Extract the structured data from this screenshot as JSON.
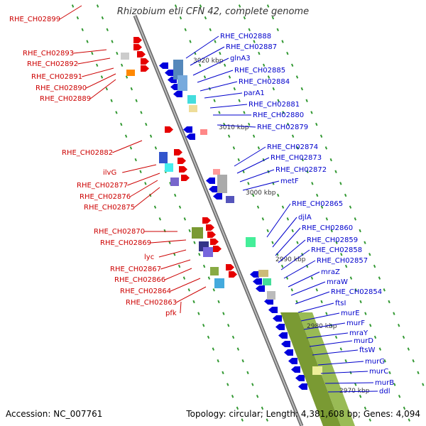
{
  "title": "Rhizobium etli CFN 42, complete genome",
  "footer": {
    "accession": "Accession: NC_007761",
    "summary": "Topology: circular; Length: 4,381,608 bp; Genes: 4,094"
  },
  "colors": {
    "left_label": "#cc0000",
    "right_label": "#0000cc",
    "forward_gene": "#e60000",
    "reverse_gene": "#0000dd",
    "backbone": "#888888",
    "dash": "#339933"
  },
  "scale_marks": [
    "3020 kbp",
    "3010 kbp",
    "3000 kbp",
    "2990 kbp",
    "2980 kbp",
    "2970 kbp"
  ],
  "left_labels": [
    "RHE_CH02899",
    "RHE_CH02893",
    "RHE_CH02892",
    "RHE_CH02891",
    "RHE_CH02890",
    "RHE_CH02889",
    "RHE_CH02882",
    "ilvG",
    "RHE_CH02877",
    "RHE_CH02876",
    "RHE_CH02875",
    "RHE_CH02870",
    "RHE_CH02869",
    "lyc",
    "RHE_CH02867",
    "RHE_CH02866",
    "RHE_CH02864",
    "RHE_CH02863",
    "pfk"
  ],
  "right_labels": [
    "RHE_CH02888",
    "RHE_CH02887",
    "glnA3",
    "RHE_CH02885",
    "RHE_CH02884",
    "parA1",
    "RHE_CH02881",
    "RHE_CH02880",
    "RHE_CH02879",
    "RHE_CH02874",
    "RHE_CH02873",
    "RHE_CH02872",
    "metF",
    "RHE_CH02865",
    "djlA",
    "RHE_CH02860",
    "RHE_CH02859",
    "RHE_CH02858",
    "RHE_CH02857",
    "mraZ",
    "mraW",
    "RHE_CH02854",
    "ftsI",
    "murE",
    "murF",
    "mraY",
    "murD",
    "ftsW",
    "murG",
    "murC",
    "murB",
    "ddl"
  ]
}
